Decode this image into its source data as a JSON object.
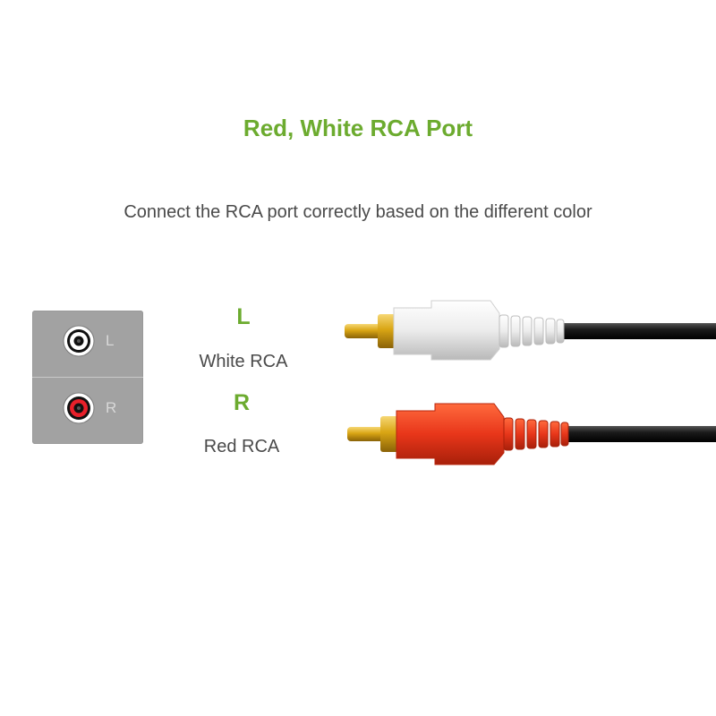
{
  "title": "Red, White RCA Port",
  "subtitle": "Connect the RCA port correctly based on the different color",
  "panel": {
    "jacks": [
      {
        "letter": "L",
        "ring_color": "#ffffff"
      },
      {
        "letter": "R",
        "ring_color": "#e8202a"
      }
    ]
  },
  "channels": {
    "left": {
      "letter": "L",
      "name": "White RCA"
    },
    "right": {
      "letter": "R",
      "name": "Red RCA"
    }
  },
  "colors": {
    "accent_green": "#6cab2f",
    "white_plug": "#ececec",
    "red_plug": "#e8361a",
    "gold_pin": "#d9a514",
    "cable": "#1a1a1a",
    "panel_gray": "#a2a2a2"
  }
}
